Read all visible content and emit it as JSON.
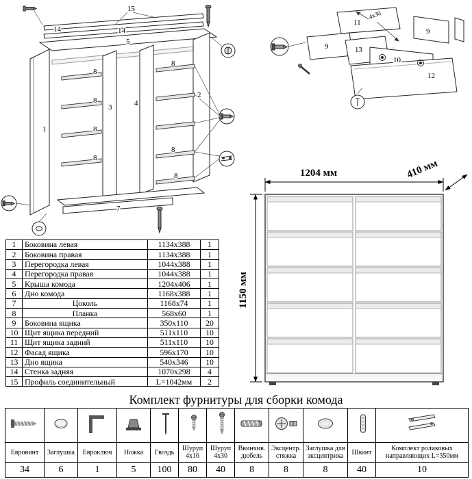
{
  "document": {
    "hardware_title": "Комплект фурнитуры для сборки комода"
  },
  "dimensions": {
    "width_label": "1204 мм",
    "depth_label": "410 мм",
    "height_label": "1150 мм"
  },
  "parts_table": {
    "rows": [
      {
        "num": "1",
        "name": "Боковина левая",
        "size": "1134x388",
        "qty": "1"
      },
      {
        "num": "2",
        "name": "Боковина правая",
        "size": "1134x388",
        "qty": "1"
      },
      {
        "num": "3",
        "name": "Перегородка левая",
        "size": "1044x388",
        "qty": "1"
      },
      {
        "num": "4",
        "name": "Перегородка правая",
        "size": "1044x388",
        "qty": "1"
      },
      {
        "num": "5",
        "name": "Крыша комода",
        "size": "1204x406",
        "qty": "1"
      },
      {
        "num": "6",
        "name": "Дно комода",
        "size": "1168x388",
        "qty": "1"
      },
      {
        "num": "7",
        "name": "Цоколь",
        "size": "1168x74",
        "qty": "1"
      },
      {
        "num": "8",
        "name": "Планка",
        "size": "568x60",
        "qty": "1"
      },
      {
        "num": "9",
        "name": "Боковина ящика",
        "size": "350x110",
        "qty": "20"
      },
      {
        "num": "10",
        "name": "Щит ящика передний",
        "size": "511x110",
        "qty": "10"
      },
      {
        "num": "11",
        "name": "Щит ящика задний",
        "size": "511x110",
        "qty": "10"
      },
      {
        "num": "12",
        "name": "Фасад ящика",
        "size": "596x170",
        "qty": "10"
      },
      {
        "num": "13",
        "name": "Дно ящика",
        "size": "540x346",
        "qty": "10"
      },
      {
        "num": "14",
        "name": "Стенка задняя",
        "size": "1070x298",
        "qty": "4"
      },
      {
        "num": "15",
        "name": "Профиль соединительный",
        "size": "L=1042мм",
        "qty": "2"
      }
    ]
  },
  "hardware_table": {
    "items": [
      {
        "name": "Евровинт",
        "qty": "34",
        "icon": "confirmat-screw-icon"
      },
      {
        "name": "Заглушка",
        "qty": "6",
        "icon": "cap-icon"
      },
      {
        "name": "Евроключ",
        "qty": "1",
        "icon": "hex-key-icon"
      },
      {
        "name": "Ножка",
        "qty": "5",
        "icon": "foot-icon"
      },
      {
        "name": "Гвоздь",
        "qty": "100",
        "icon": "nail-icon"
      },
      {
        "name": "Шуруп 4x16",
        "qty": "80",
        "icon": "screw-small-icon"
      },
      {
        "name": "Шуруп 4x30",
        "qty": "40",
        "icon": "screw-large-icon"
      },
      {
        "name": "Ввинчив. дюбель",
        "qty": "8",
        "icon": "threaded-dowel-icon"
      },
      {
        "name": "Эксцентр. стяжка",
        "qty": "8",
        "icon": "cam-lock-icon"
      },
      {
        "name": "Заглушка для эксцентрика",
        "qty": "8",
        "icon": "cam-cap-icon"
      },
      {
        "name": "Шкант",
        "qty": "40",
        "icon": "wooden-dowel-icon"
      },
      {
        "name": "Комплект роликовых направляющих L=350мм",
        "qty": "10",
        "icon": "roller-slides-icon"
      }
    ]
  },
  "main_diagram": {
    "labels": {
      "p15": "15",
      "p14a": "14",
      "p14b": "14",
      "p5": "5",
      "p1": "1",
      "p3": "3",
      "p4": "4",
      "p2": "2",
      "p8a": "8",
      "p8b": "8",
      "p8c": "8",
      "p8d": "8",
      "p8e": "8",
      "p8f": "8",
      "p8g": "8",
      "p7": "7"
    }
  },
  "drawer_diagram": {
    "labels": {
      "p11": "11",
      "p9a": "9",
      "p9b": "9",
      "p13": "13",
      "p10": "10",
      "p12": "12",
      "screw_size": "4x30"
    }
  }
}
